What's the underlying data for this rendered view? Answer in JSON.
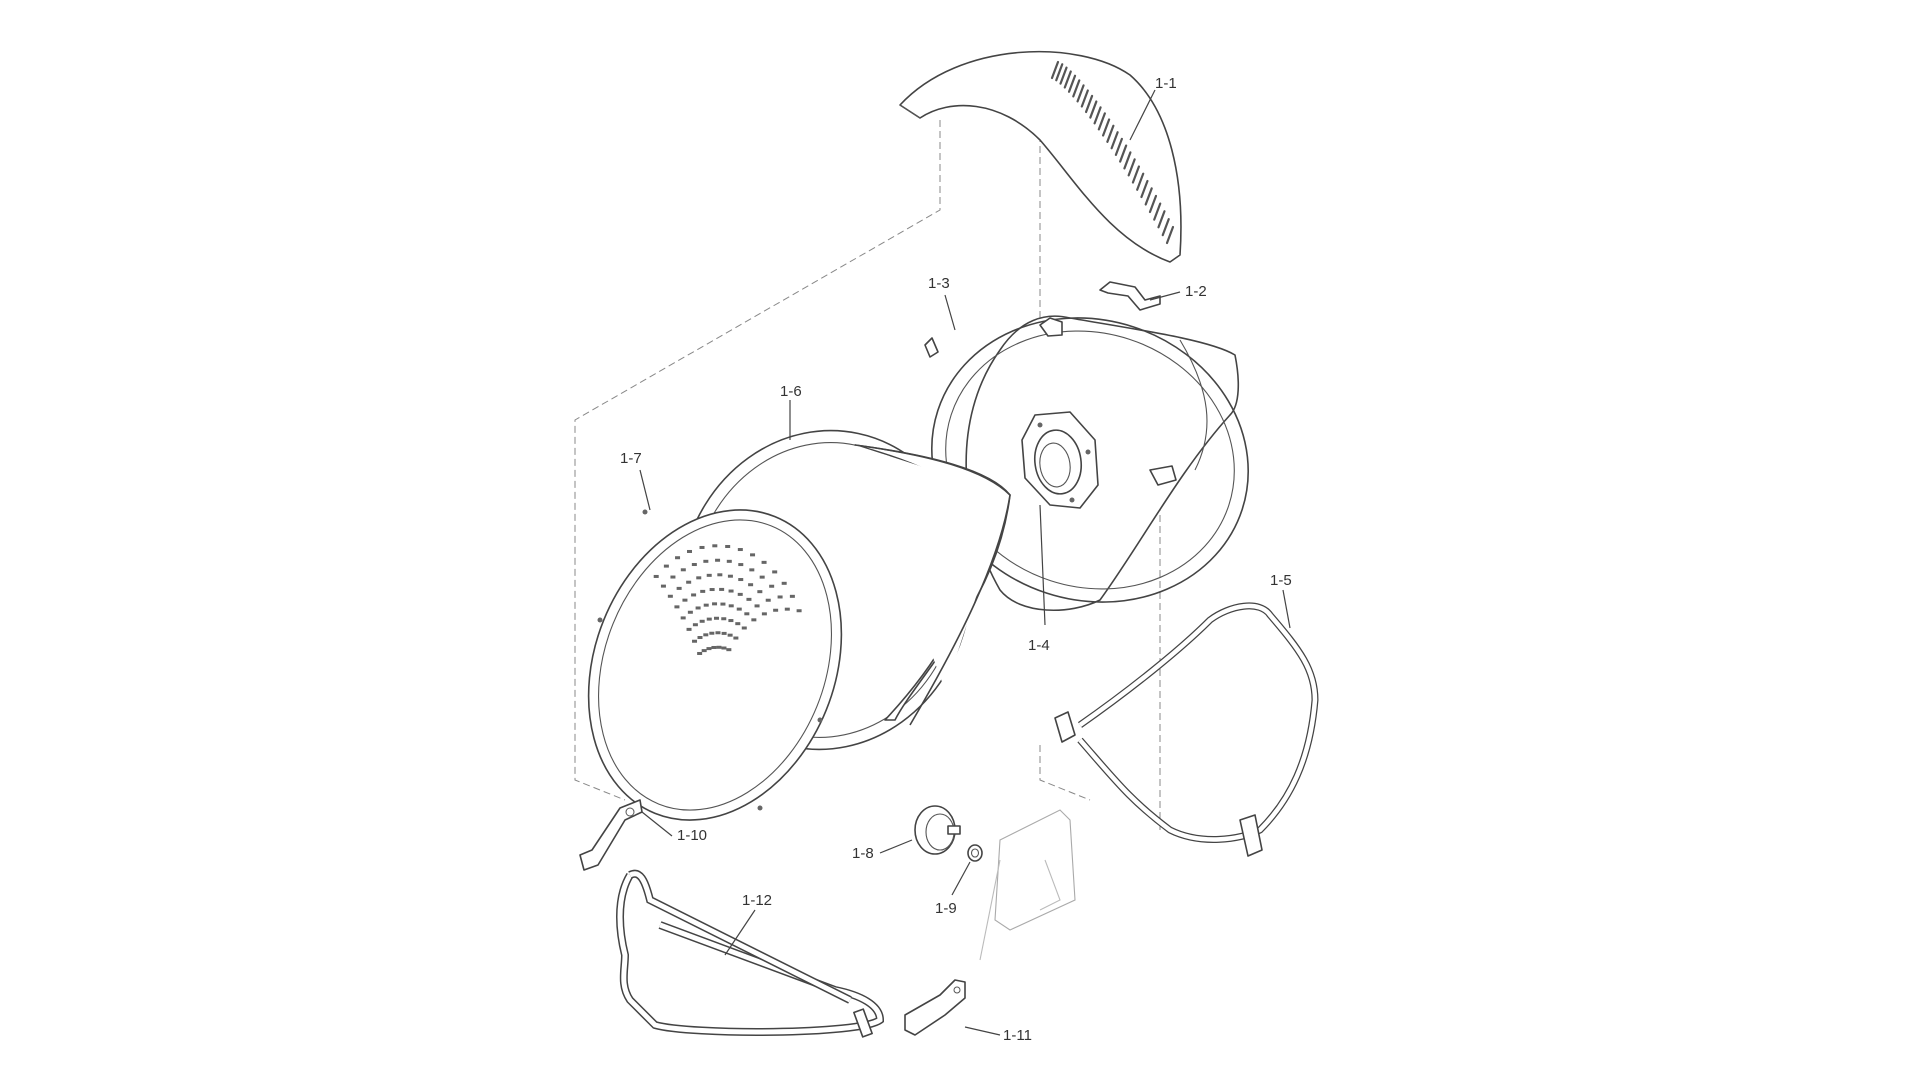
{
  "callouts": [
    {
      "id": "1-1",
      "text": "1-1"
    },
    {
      "id": "1-2",
      "text": "1-2"
    },
    {
      "id": "1-3",
      "text": "1-3"
    },
    {
      "id": "1-4",
      "text": "1-4"
    },
    {
      "id": "1-5",
      "text": "1-5"
    },
    {
      "id": "1-6",
      "text": "1-6"
    },
    {
      "id": "1-7",
      "text": "1-7"
    },
    {
      "id": "1-8",
      "text": "1-8"
    },
    {
      "id": "1-9",
      "text": "1-9"
    },
    {
      "id": "1-10",
      "text": "1-10"
    },
    {
      "id": "1-11",
      "text": "1-11"
    },
    {
      "id": "1-12",
      "text": "1-12"
    }
  ],
  "colors": {
    "line": "#444444",
    "background": "#ffffff"
  }
}
